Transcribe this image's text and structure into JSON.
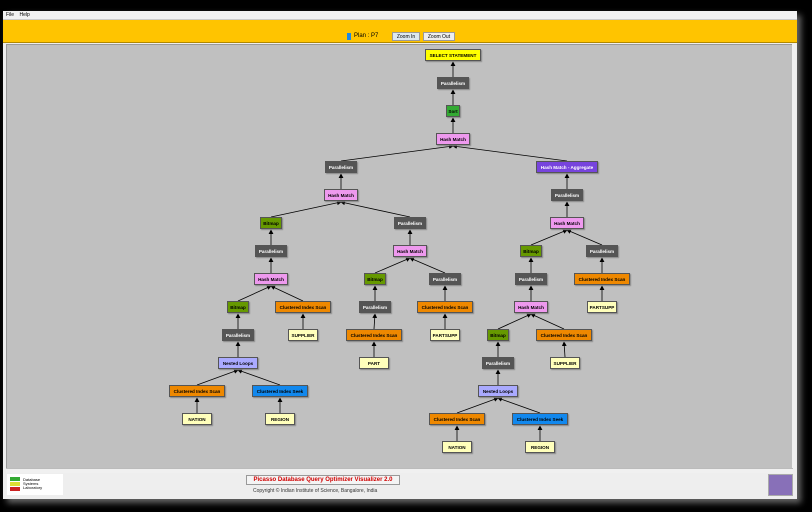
{
  "menu": [
    "File",
    "Help"
  ],
  "toolbar": {
    "plan_label": "Plan : P7",
    "zoom_in": "Zoom In",
    "zoom_out": "Zoom Out",
    "plan_color": "#1e88e5"
  },
  "footer": {
    "title": "Picasso Database Query Optimizer Visualizer 2.0",
    "copyright": "Copyright © Indian Institute of Science, Bangalore, India",
    "lab_logo": "Database Systems Laboratory"
  },
  "colors": {
    "Parallelism": "#555555",
    "Sort": "#33aa33",
    "HashMatch": "#ee99ee",
    "Aggregate": "#7744dd",
    "Bitmap": "#669900",
    "Scan": "#ee8800",
    "Seek": "#1188ee",
    "Loops": "#aaaaff",
    "Table": "#ffffbb",
    "Select": "#ffff00"
  },
  "plan_tree": {
    "nodes": [
      {
        "label": "SELECT STATEMENT",
        "type": "Select"
      },
      {
        "label": "Parallelism",
        "type": "Parallelism",
        "parent": 0
      },
      {
        "label": "Sort",
        "type": "Sort",
        "parent": 1
      },
      {
        "label": "Hash Match",
        "type": "HashMatch",
        "parent": 2
      },
      {
        "label": "Parallelism",
        "type": "Parallelism",
        "parent": 3
      },
      {
        "label": "Hash Match - Aggregate",
        "type": "Aggregate",
        "parent": 3
      },
      {
        "label": "Hash Match",
        "type": "HashMatch",
        "parent": 4
      },
      {
        "label": "Parallelism",
        "type": "Parallelism",
        "parent": 5
      },
      {
        "label": "Bitmap",
        "type": "Bitmap",
        "parent": 6
      },
      {
        "label": "Parallelism",
        "type": "Parallelism",
        "parent": 6
      },
      {
        "label": "Hash Match",
        "type": "HashMatch",
        "parent": 7
      },
      {
        "label": "Parallelism",
        "type": "Parallelism",
        "parent": 8
      },
      {
        "label": "Hash Match",
        "type": "HashMatch",
        "parent": 9
      },
      {
        "label": "Bitmap",
        "type": "Bitmap",
        "parent": 10
      },
      {
        "label": "Parallelism",
        "type": "Parallelism",
        "parent": 10
      },
      {
        "label": "Hash Match",
        "type": "HashMatch",
        "parent": 11
      },
      {
        "label": "Bitmap",
        "type": "Bitmap",
        "parent": 12
      },
      {
        "label": "Parallelism",
        "type": "Parallelism",
        "parent": 12
      },
      {
        "label": "Parallelism",
        "type": "Parallelism",
        "parent": 13
      },
      {
        "label": "Clustered Index Scan",
        "type": "Scan",
        "parent": 14
      },
      {
        "label": "Bitmap",
        "type": "Bitmap",
        "parent": 15
      },
      {
        "label": "Clustered Index Scan",
        "type": "Scan",
        "parent": 15
      },
      {
        "label": "Parallelism",
        "type": "Parallelism",
        "parent": 16
      },
      {
        "label": "Clustered Index Scan",
        "type": "Scan",
        "parent": 17
      },
      {
        "label": "Hash Match",
        "type": "HashMatch",
        "parent": 18
      },
      {
        "label": "PARTSUPP",
        "type": "Table",
        "parent": 19
      },
      {
        "label": "Parallelism",
        "type": "Parallelism",
        "parent": 20
      },
      {
        "label": "SUPPLIER",
        "type": "Table",
        "parent": 21
      },
      {
        "label": "Clustered Index Scan",
        "type": "Scan",
        "parent": 22
      },
      {
        "label": "PARTSUPP",
        "type": "Table",
        "parent": 23
      },
      {
        "label": "Bitmap",
        "type": "Bitmap",
        "parent": 24
      },
      {
        "label": "Clustered Index Scan",
        "type": "Scan",
        "parent": 24
      },
      {
        "label": "Nested Loops",
        "type": "Loops",
        "parent": 26
      },
      {
        "label": "PART",
        "type": "Table",
        "parent": 28
      },
      {
        "label": "Parallelism",
        "type": "Parallelism",
        "parent": 30
      },
      {
        "label": "SUPPLIER",
        "type": "Table",
        "parent": 31
      },
      {
        "label": "Clustered Index Scan",
        "type": "Scan",
        "parent": 32
      },
      {
        "label": "Clustered Index Seek",
        "type": "Seek",
        "parent": 32
      },
      {
        "label": "Nested Loops",
        "type": "Loops",
        "parent": 34
      },
      {
        "label": "NATION",
        "type": "Table",
        "parent": 36
      },
      {
        "label": "REGION",
        "type": "Table",
        "parent": 37
      },
      {
        "label": "Clustered Index Scan",
        "type": "Scan",
        "parent": 38
      },
      {
        "label": "Clustered Index Seek",
        "type": "Seek",
        "parent": 38
      },
      {
        "label": "NATION",
        "type": "Table",
        "parent": 41
      },
      {
        "label": "REGION",
        "type": "Table",
        "parent": 42
      }
    ]
  }
}
